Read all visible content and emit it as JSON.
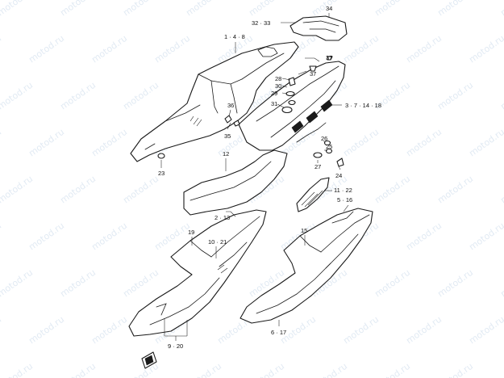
{
  "watermark": "motod.ru",
  "labels": {
    "l_34": "34",
    "l_32_33": "32 · 33",
    "l_1_4_8": "1 · 4 · 8",
    "l_37a": "37",
    "l_37b": "37",
    "l_28": "28",
    "l_30": "30",
    "l_29": "29",
    "l_31": "31",
    "l_3_7_14_18": "3 · 7 · 14 · 18",
    "l_36": "36",
    "l_35": "35",
    "l_26": "26",
    "l_25": "25",
    "l_27": "27",
    "l_24": "24",
    "l_23": "23",
    "l_12": "12",
    "l_11_22": "11 · 22",
    "l_5_16": "5 · 16",
    "l_2_13": "2 · 13",
    "l_19": "19",
    "l_10_21": "10 · 21",
    "l_15": "15",
    "l_9_20": "9 · 20",
    "l_6_17": "6 · 17"
  }
}
